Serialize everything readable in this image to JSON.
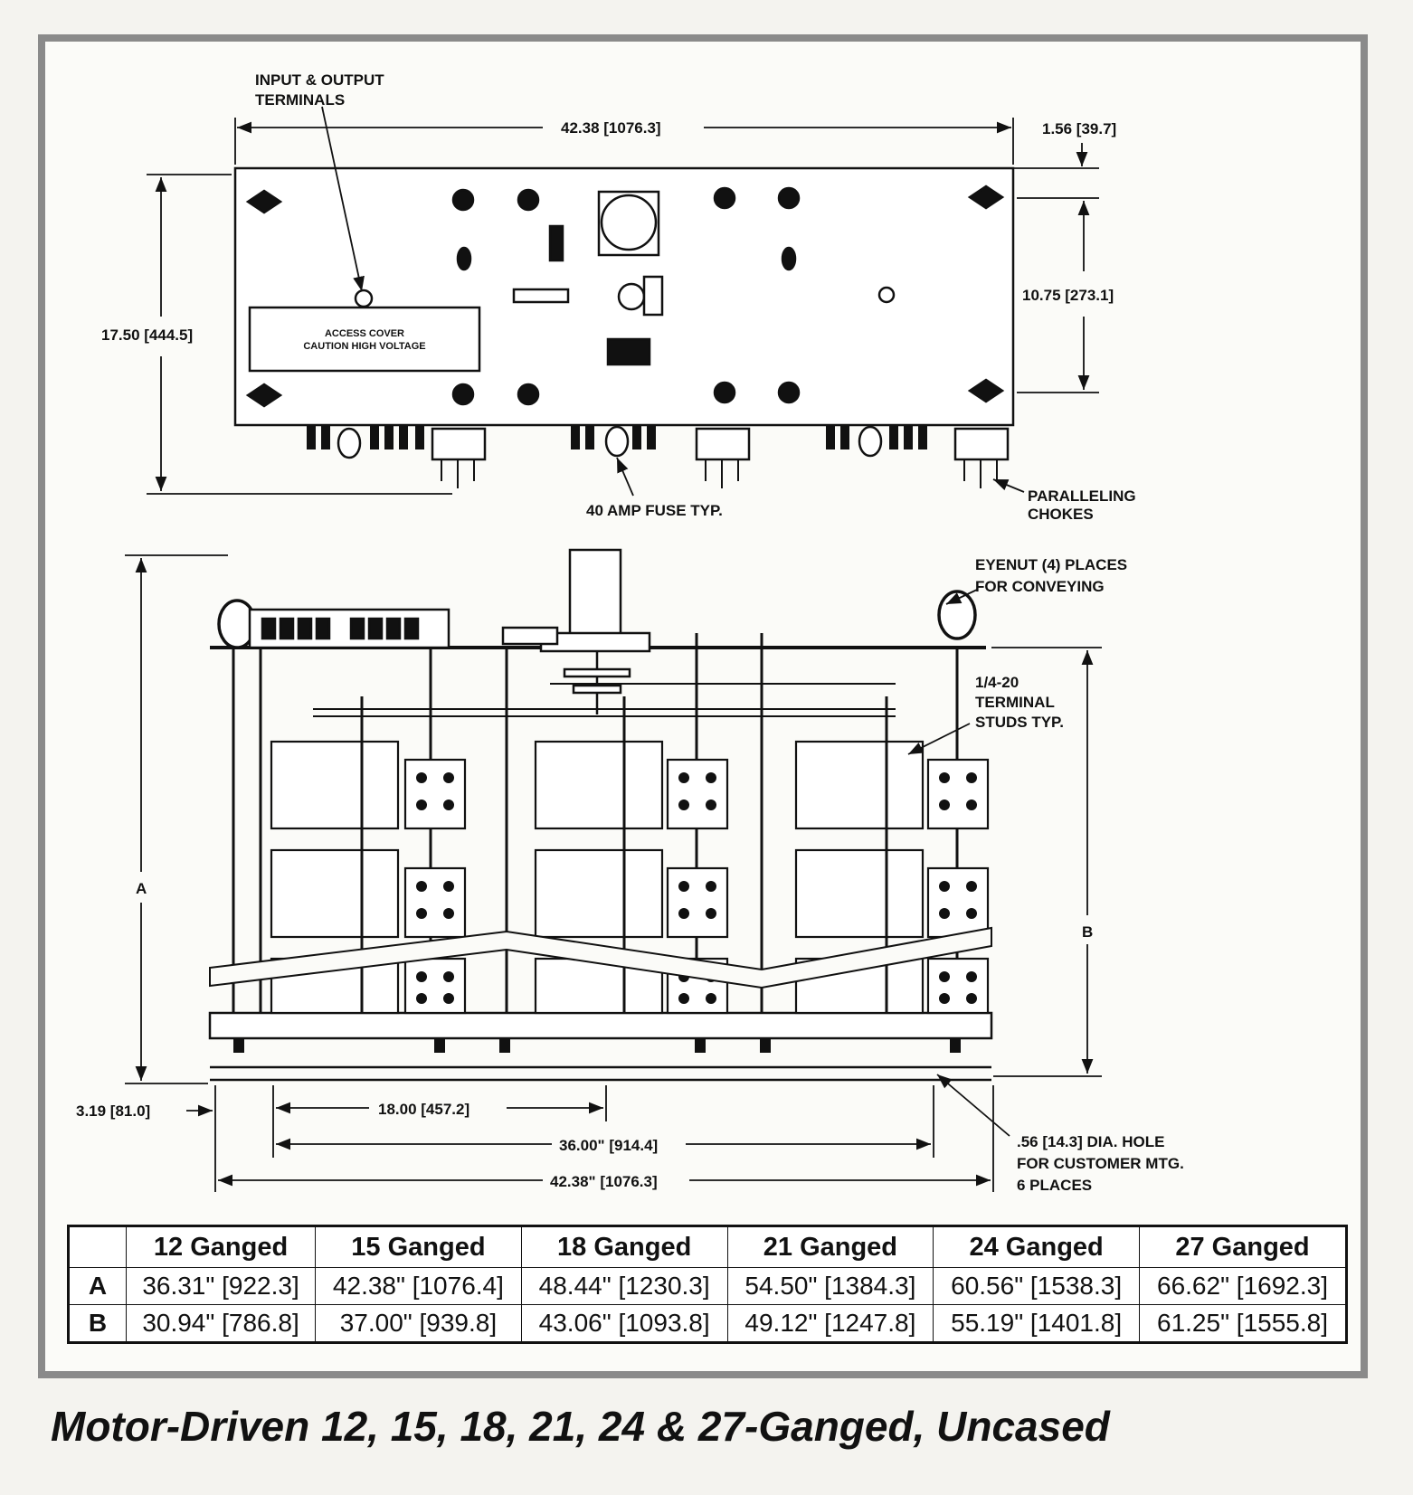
{
  "top_view": {
    "overall_width": "42.38 [1076.3]",
    "edge_offset": "1.56 [39.7]",
    "height": "17.50 [444.5]",
    "mount_spacing": "10.75 [273.1]",
    "access_cover_line1": "ACCESS COVER",
    "access_cover_line2": "CAUTION HIGH VOLTAGE",
    "callout_terminals": [
      "INPUT & OUTPUT",
      "TERMINALS"
    ],
    "callout_fuse": "40 AMP FUSE TYP.",
    "callout_chokes": [
      "PARALLELING",
      "CHOKES"
    ]
  },
  "side_view": {
    "callout_eyenut": [
      "EYENUT (4) PLACES",
      "FOR CONVEYING"
    ],
    "callout_studs": [
      "1/4-20",
      "TERMINAL",
      "STUDS TYP."
    ],
    "label_a": "A",
    "label_b": "B",
    "dim_end_offset": "3.19 [81.0]",
    "dim_18": "18.00 [457.2]",
    "dim_36": "36.00\" [914.4]",
    "dim_42": "42.38\" [1076.3]",
    "callout_hole": [
      ".56 [14.3] DIA. HOLE",
      "FOR CUSTOMER MTG.",
      "6 PLACES"
    ]
  },
  "table": {
    "columns": [
      "12 Ganged",
      "15 Ganged",
      "18 Ganged",
      "21 Ganged",
      "24 Ganged",
      "27 Ganged"
    ],
    "rows": [
      {
        "label": "A",
        "values": [
          "36.31\" [922.3]",
          "42.38\" [1076.4]",
          "48.44\" [1230.3]",
          "54.50\" [1384.3]",
          "60.56\" [1538.3]",
          "66.62\" [1692.3]"
        ]
      },
      {
        "label": "B",
        "values": [
          "30.94\" [786.8]",
          "37.00\" [939.8]",
          "43.06\" [1093.8]",
          "49.12\" [1247.8]",
          "55.19\" [1401.8]",
          "61.25\" [1555.8]"
        ]
      }
    ]
  },
  "caption": "Motor-Driven 12, 15, 18, 21, 24 & 27-Ganged, Uncased",
  "colors": {
    "frame": "#8a8a8a",
    "ink": "#111111",
    "paper": "#fbfbf8"
  }
}
